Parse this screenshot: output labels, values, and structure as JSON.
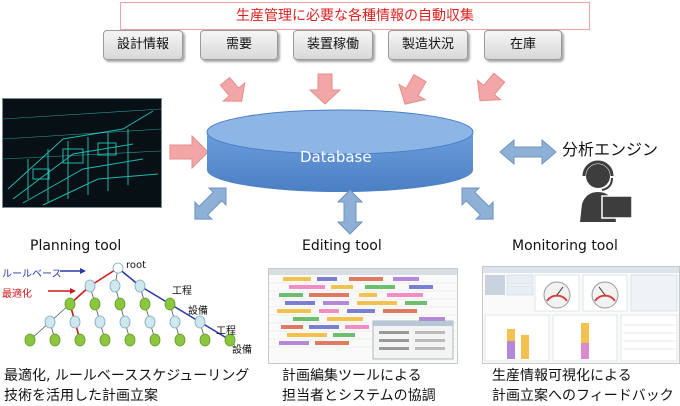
{
  "banner": {
    "text": "生産管理に必要な各種情報の自動収集"
  },
  "sources": [
    {
      "label": "設計情報"
    },
    {
      "label": "需要"
    },
    {
      "label": "装置稼働"
    },
    {
      "label": "製造状況"
    },
    {
      "label": "在庫"
    }
  ],
  "database": {
    "label": "Database"
  },
  "engine": {
    "label": "分析エンジン"
  },
  "planning": {
    "title": "Planning tool",
    "tree": {
      "rule_based": "ルールベース",
      "optimization": "最適化",
      "root": "root",
      "process_1": "工程",
      "equipment_1": "設備",
      "process_2": "工程",
      "equipment_2": "設備"
    },
    "caption_line1": "最適化, ルールベーススケジューリング",
    "caption_line2": "技術を活用した計画立案"
  },
  "editing": {
    "title": "Editing tool",
    "caption_line1": "計画編集ツールによる",
    "caption_line2": "担当者とシステムの協調"
  },
  "monitoring": {
    "title": "Monitoring tool",
    "caption_line1": "生産情報可視化による",
    "caption_line2": "計画立案へのフィードバック"
  },
  "colors": {
    "banner_text": "#e02020",
    "database_fill": "#5b8fd2",
    "arrow_pink": "#f2a6a6",
    "arrow_blue": "#8fb0d6",
    "node_green": "#8cc63f",
    "node_blue": "#cfe8f0"
  }
}
